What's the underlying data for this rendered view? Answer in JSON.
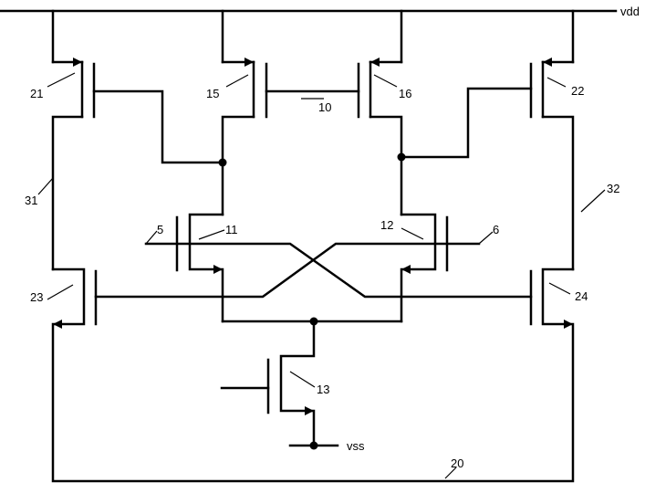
{
  "rails": {
    "vdd": "vdd",
    "vss": "vss"
  },
  "labels": {
    "t21": "21",
    "t15": "15",
    "t10": "10",
    "t16": "16",
    "t22": "22",
    "t31": "31",
    "t32": "32",
    "t5": "5",
    "t11": "11",
    "t12": "12",
    "t6": "6",
    "t23": "23",
    "t24": "24",
    "t13": "13",
    "t20": "20"
  }
}
